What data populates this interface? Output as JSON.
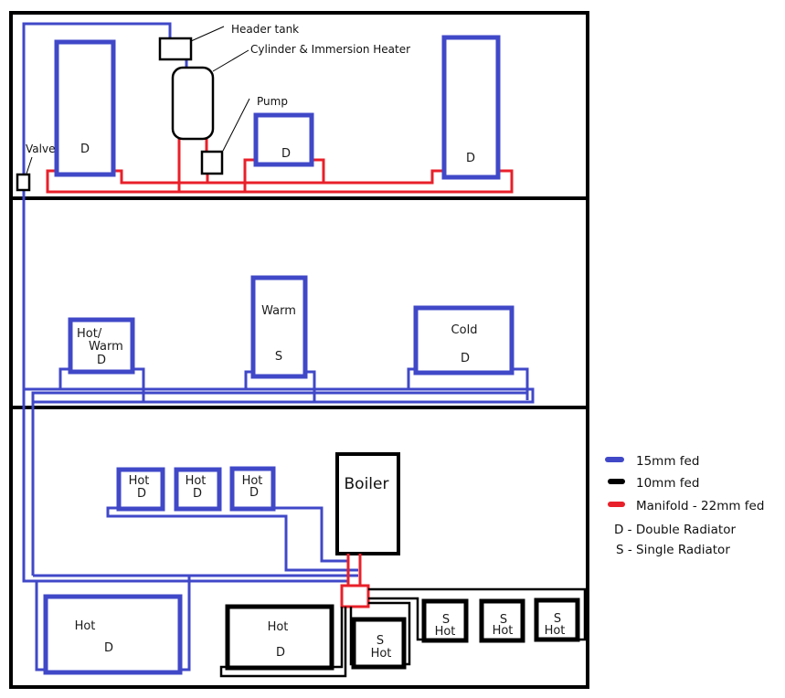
{
  "colors": {
    "pipe_15mm": "#4048c8",
    "pipe_10mm": "#000000",
    "manifold_22mm": "#e8202a"
  },
  "labels": {
    "header_tank": "Header tank",
    "cylinder": "Cylinder & Immersion Heater",
    "pump": "Pump",
    "valve": "Valve",
    "boiler": "Boiler"
  },
  "top_floor": {
    "radiators": [
      "D",
      "D",
      "D"
    ]
  },
  "middle_floor": {
    "radiators": [
      {
        "line1": "Hot/",
        "line2": "Warm",
        "type": "D"
      },
      {
        "line1": "Warm",
        "type": "S"
      },
      {
        "line1": "Cold",
        "type": "D"
      }
    ]
  },
  "ground_floor": {
    "small_radiators": [
      {
        "state": "Hot",
        "type": "D"
      },
      {
        "state": "Hot",
        "type": "D"
      },
      {
        "state": "Hot",
        "type": "D"
      }
    ],
    "large_blue_radiator": {
      "state": "Hot",
      "type": "D"
    },
    "large_black_radiator": {
      "state": "Hot",
      "type": "D"
    },
    "single_radiators": [
      {
        "state": "Hot",
        "type": "S"
      },
      {
        "state": "Hot",
        "type": "S"
      },
      {
        "state": "Hot",
        "type": "S"
      },
      {
        "state": "Hot",
        "type": "S"
      }
    ]
  },
  "legend": {
    "items": [
      "15mm fed",
      "10mm fed",
      "Manifold - 22mm fed"
    ],
    "double": "D - Double Radiator",
    "single": "S - Single Radiator"
  }
}
